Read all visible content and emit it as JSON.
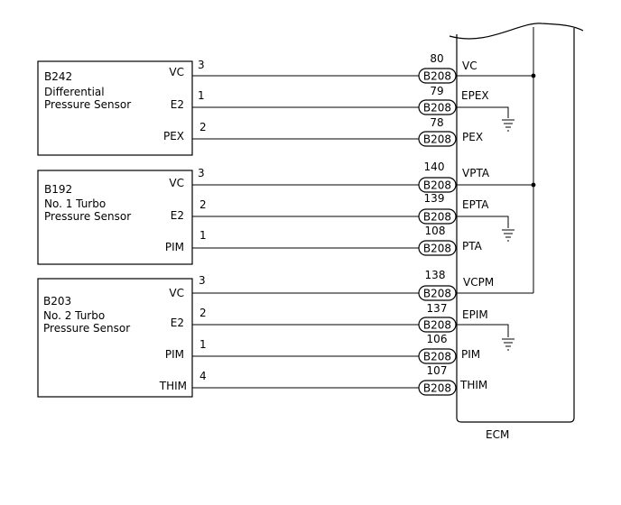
{
  "sensors": [
    {
      "code": "B242",
      "name_lines": [
        "Differential",
        "Pressure Sensor"
      ],
      "pins": [
        {
          "name": "VC",
          "num": "3"
        },
        {
          "name": "E2",
          "num": "1"
        },
        {
          "name": "PEX",
          "num": "2"
        }
      ]
    },
    {
      "code": "B192",
      "name_lines": [
        "No. 1 Turbo",
        "Pressure Sensor"
      ],
      "pins": [
        {
          "name": "VC",
          "num": "3"
        },
        {
          "name": "E2",
          "num": "2"
        },
        {
          "name": "PIM",
          "num": "1"
        }
      ]
    },
    {
      "code": "B203",
      "name_lines": [
        "No. 2 Turbo",
        "Pressure Sensor"
      ],
      "pins": [
        {
          "name": "VC",
          "num": "3"
        },
        {
          "name": "E2",
          "num": "2"
        },
        {
          "name": "PIM",
          "num": "1"
        },
        {
          "name": "THIM",
          "num": "4"
        }
      ]
    }
  ],
  "connector_label": "B208",
  "ecm_terminals": [
    {
      "num": "80",
      "name": "VC"
    },
    {
      "num": "79",
      "name": "EPEX"
    },
    {
      "num": "78",
      "name": "PEX"
    },
    {
      "num": "140",
      "name": "VPTA"
    },
    {
      "num": "139",
      "name": "EPTA"
    },
    {
      "num": "108",
      "name": "PTA"
    },
    {
      "num": "138",
      "name": "VCPM"
    },
    {
      "num": "137",
      "name": "EPIM"
    },
    {
      "num": "106",
      "name": "PIM"
    },
    {
      "num": "107",
      "name": "THIM"
    }
  ],
  "ecm_label": "ECM"
}
